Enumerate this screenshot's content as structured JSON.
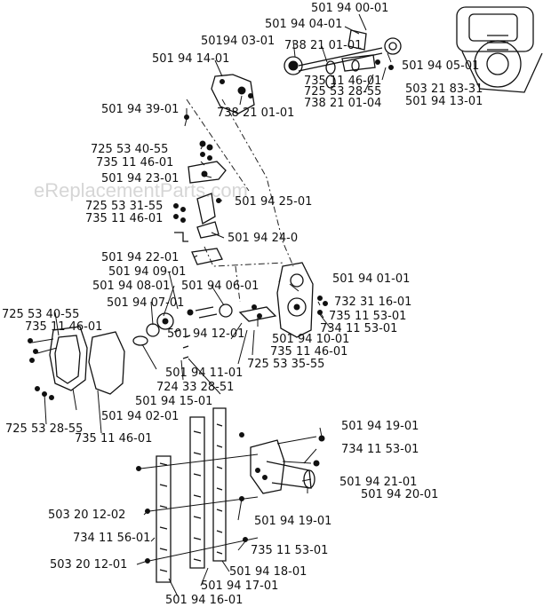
{
  "watermark": "eReplacementParts.com",
  "labels": [
    "501 94 00-01",
    "501 94 04-01",
    "50194 03-01",
    "738 21 01-01",
    "501 94 14-01",
    "501 94 05-01",
    "735 11 46-01",
    "503 21 83-31",
    "725 53 28-55",
    "501 94 13-01",
    "738 21 01-01",
    "738 21 01-04",
    "501 94 39-01",
    "725 53 40-55",
    "735 11 46-01",
    "501 94 23-01",
    "725 53 31-55",
    "501 94 25-01",
    "735 11 46-01",
    "501 94 24-0",
    "501 94 22-01",
    "501 94 01-01",
    "501 94 09-01",
    "501 94 08-01",
    "501 94 06-01",
    "732 31 16-01",
    "501 94 07-01",
    "735 11 53-01",
    "725 53 40-55",
    "734 11 53-01",
    "735 11 46-01",
    "501 94 12-01",
    "501 94 10-01",
    "735 11 46-01",
    "725 53 35-55",
    "501 94 11-01",
    "724 33 28-51",
    "501 94 15-01",
    "501 94 02-01",
    "725 53 28-55",
    "501 94 19-01",
    "735 11 46-01",
    "734 11 53-01",
    "501 94 21-01",
    "501 94 20-01",
    "503 20 12-02",
    "501 94 19-01",
    "734 11 56-01",
    "735 11 53-01",
    "503 20 12-01",
    "501 94 18-01",
    "501 94 17-01",
    "501 94 16-01"
  ]
}
